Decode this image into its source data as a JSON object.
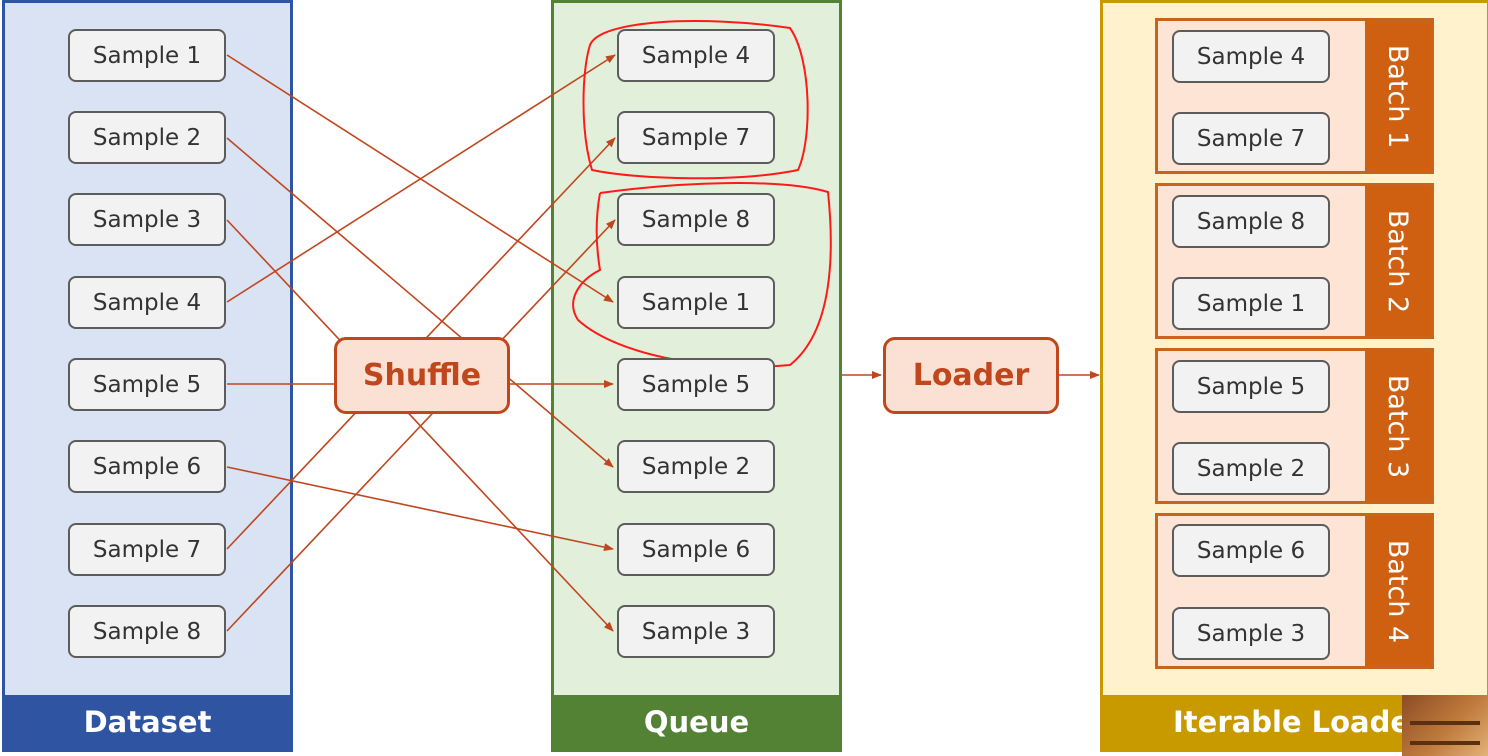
{
  "dataset": {
    "label": "Dataset",
    "samples": [
      "Sample 1",
      "Sample 2",
      "Sample 3",
      "Sample 4",
      "Sample 5",
      "Sample 6",
      "Sample 7",
      "Sample 8"
    ]
  },
  "shuffle": {
    "label": "Shuffle"
  },
  "queue": {
    "label": "Queue",
    "samples": [
      "Sample 4",
      "Sample 7",
      "Sample 8",
      "Sample 1",
      "Sample 5",
      "Sample 2",
      "Sample 6",
      "Sample 3"
    ]
  },
  "loader": {
    "label": "Loader"
  },
  "iterable": {
    "label": "Iterable Loade",
    "batches": [
      {
        "label": "Batch 1",
        "samples": [
          "Sample 4",
          "Sample 7"
        ]
      },
      {
        "label": "Batch 2",
        "samples": [
          "Sample 8",
          "Sample 1"
        ]
      },
      {
        "label": "Batch 3",
        "samples": [
          "Sample 5",
          "Sample 2"
        ]
      },
      {
        "label": "Batch 4",
        "samples": [
          "Sample 6",
          "Sample 3"
        ]
      }
    ]
  },
  "colors": {
    "dataset": "#2f55a2",
    "queue": "#548235",
    "iterable": "#c89a00",
    "batch": "#cf6012",
    "arrow": "#c0461e",
    "annotation": "#ff1a1a"
  }
}
